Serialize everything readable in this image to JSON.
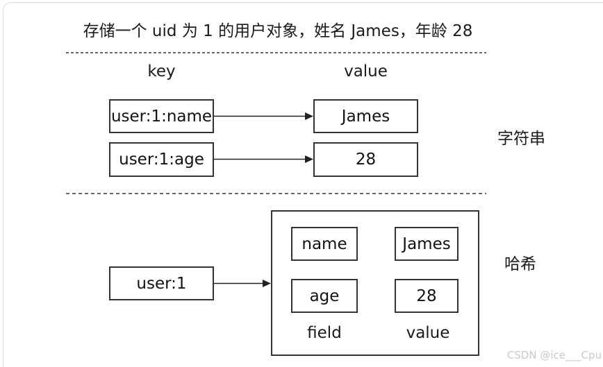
{
  "title": "存储一个 uid 为 1 的用户对象，姓名 James，年龄 28",
  "string_section": {
    "type_label": "字符串",
    "headers": {
      "key": "key",
      "value": "value"
    },
    "rows": [
      {
        "key": "user:1:name",
        "value": "James"
      },
      {
        "key": "user:1:age",
        "value": "28"
      }
    ]
  },
  "hash_section": {
    "type_label": "哈希",
    "key": "user:1",
    "entries": [
      {
        "field": "name",
        "value": "James"
      },
      {
        "field": "age",
        "value": "28"
      }
    ],
    "footers": {
      "field": "field",
      "value": "value"
    }
  },
  "watermark": "CSDN @ice___Cpu",
  "colors": {
    "box_border": "#333333",
    "divider_top": "#333333",
    "divider_bottom": "#666666",
    "watermark": "#c9c9c9",
    "frame_border": "#dcdcdc"
  }
}
